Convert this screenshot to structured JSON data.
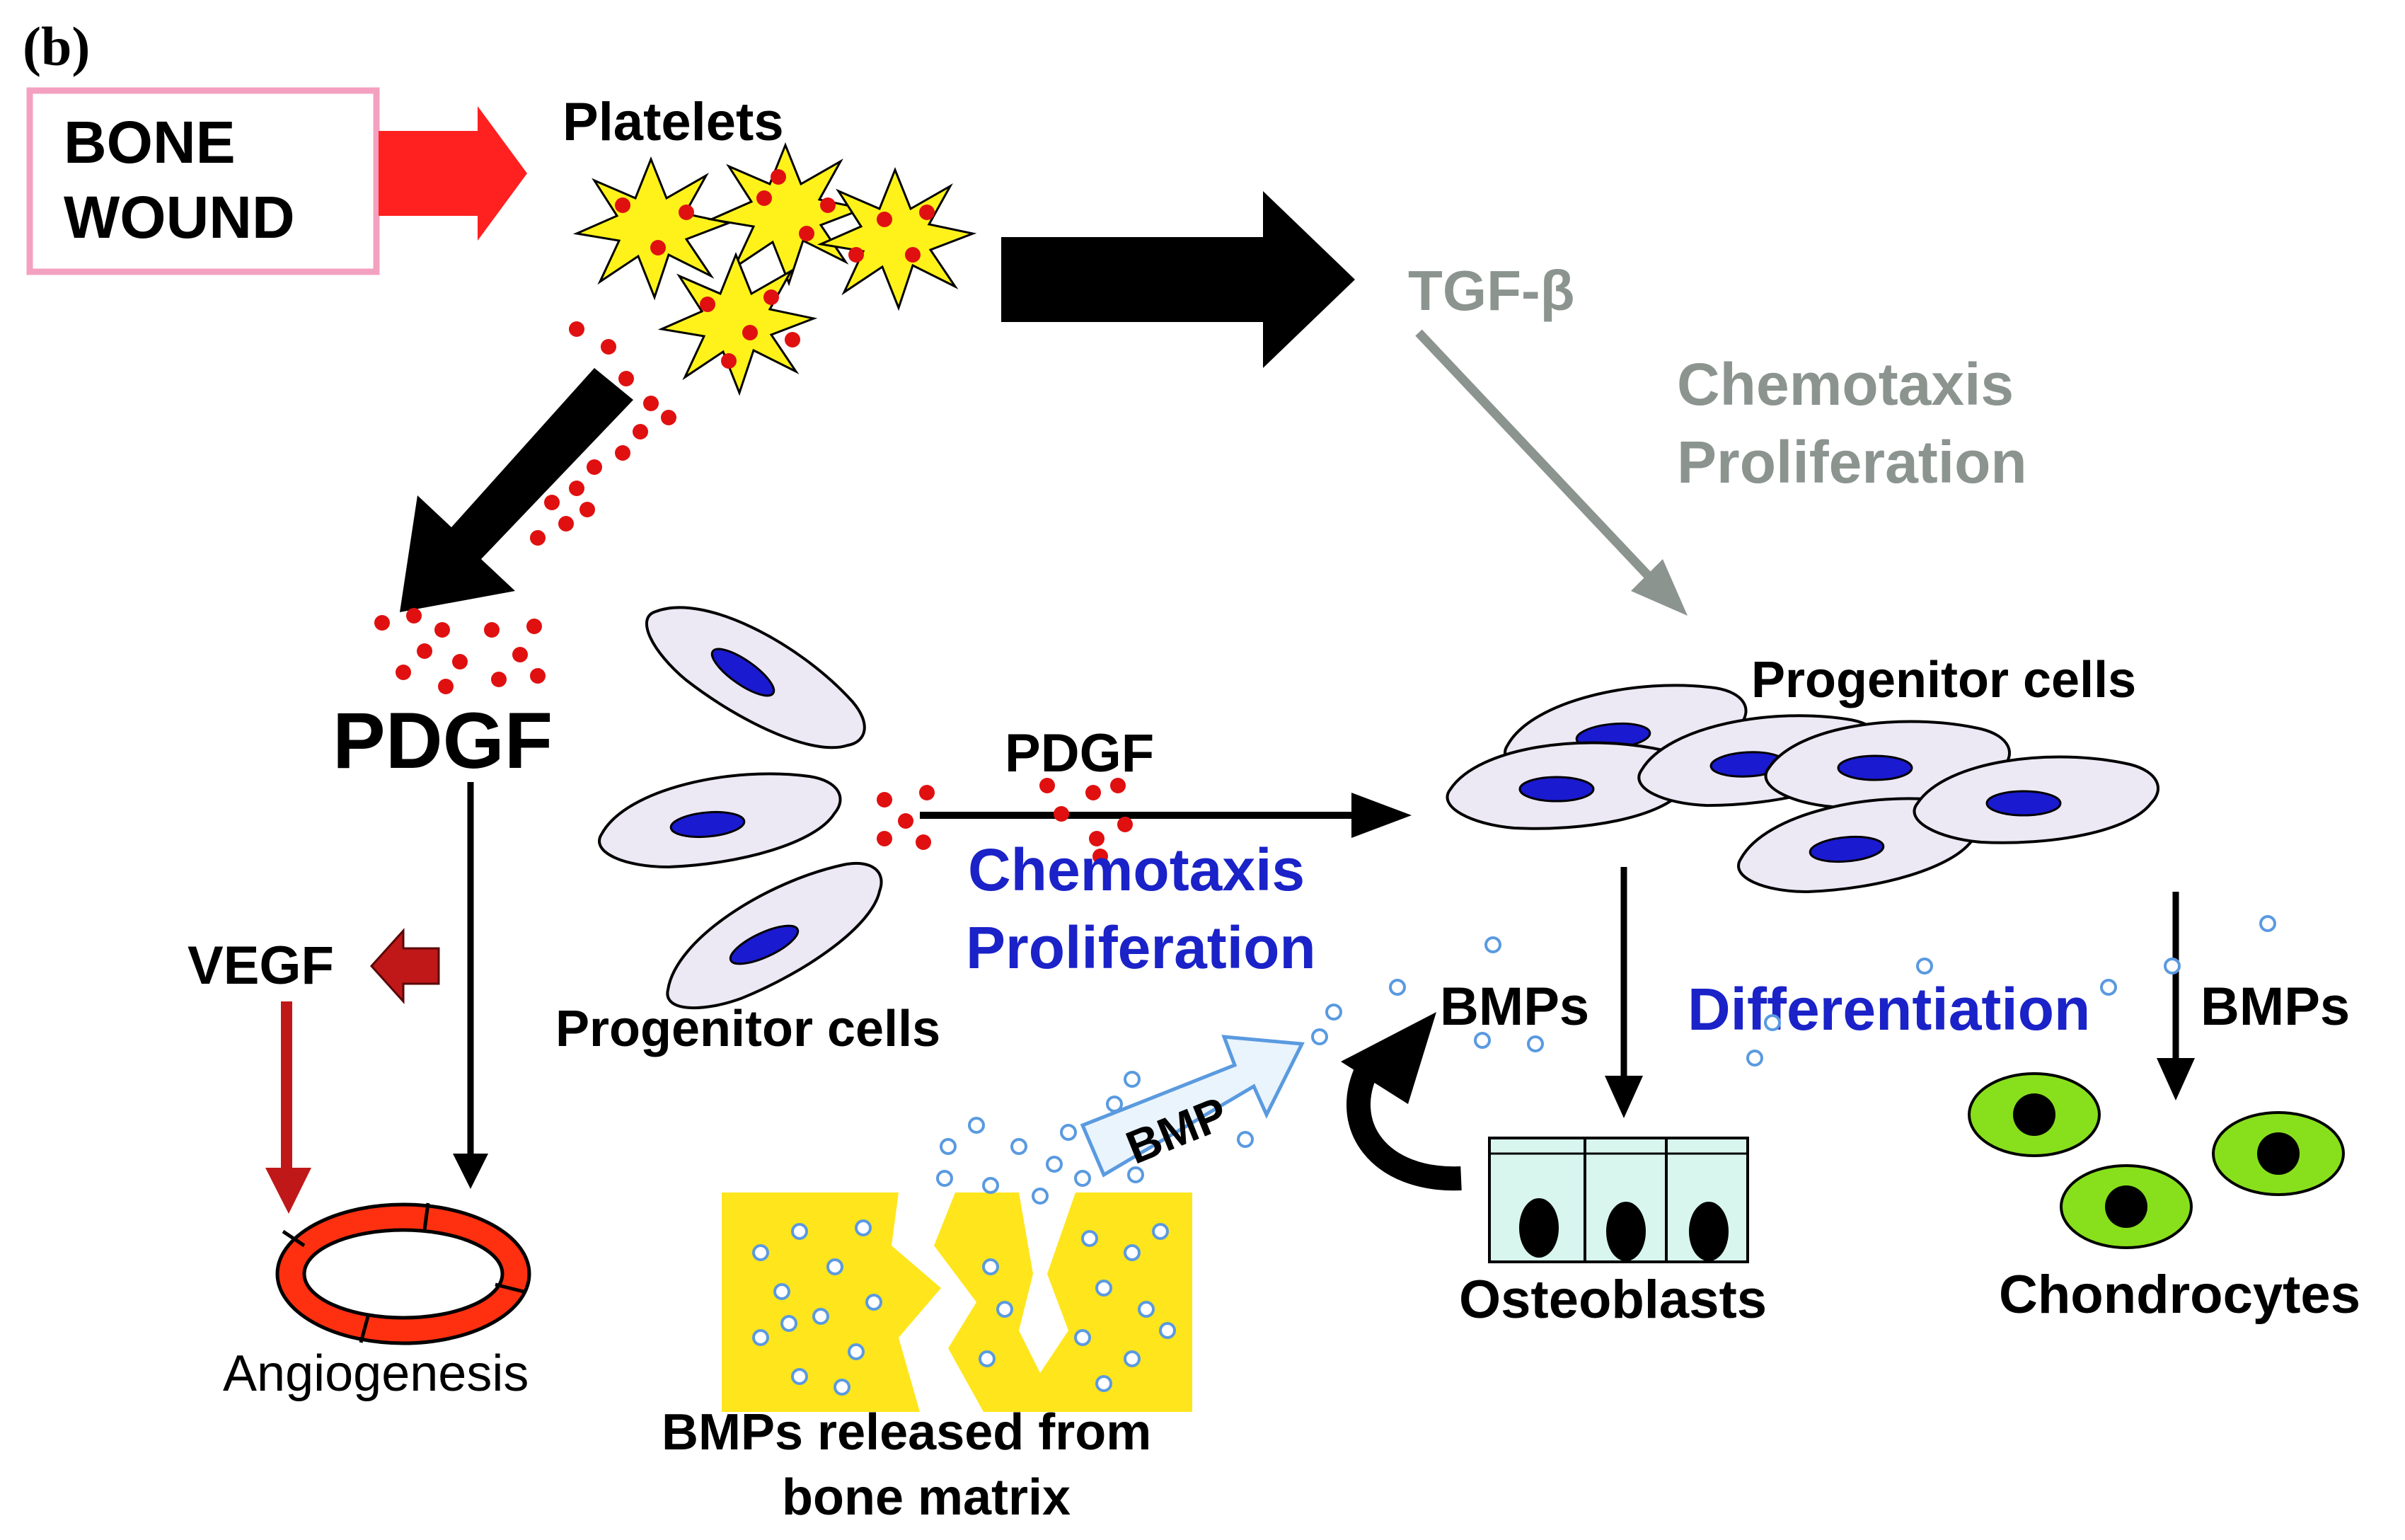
{
  "panel_label": "(b)",
  "bone_wound": {
    "line1": "BONE",
    "line2": "WOUND"
  },
  "labels": {
    "platelets": "Platelets",
    "tgf_beta": "TGF-β",
    "chemotaxis_right": "Chemotaxis",
    "proliferation_right": "Proliferation",
    "pdgf_large": "PDGF",
    "pdgf_arrow": "PDGF",
    "chemotaxis_center": "Chemotaxis",
    "proliferation_center": "Proliferation",
    "progenitor_right": "Progenitor cells",
    "progenitor_left": "Progenitor cells",
    "vegf": "VEGF",
    "angiogenesis": "Angiogenesis",
    "bmp_arrow": "BMP",
    "bmps_osteo": "BMPs",
    "differentiation": "Differentiation",
    "bmps_chondro": "BMPs",
    "osteoblasts": "Osteoblasts",
    "chondrocytes": "Chondrocytes",
    "bone_matrix_line1": "BMPs released from",
    "bone_matrix_line2": "bone matrix"
  },
  "colors": {
    "wound_border": "#f4a0c0",
    "red_arrow": "#ff2020",
    "dark_red_arrow": "#c01818",
    "gray_text": "#8c9490",
    "blue_text": "#1a22c8",
    "platelet_yellow": "#fff21a",
    "dot_red": "#e01010",
    "cell_fill": "#ece8f4",
    "nucleus_blue": "#1a1ad0",
    "matrix_yellow": "#ffe51c",
    "bmp_dot": "#5a9ae0",
    "osteo_fill": "#d8f6ee",
    "chondro_green": "#88e01c",
    "vessel_red": "#ff3010"
  }
}
